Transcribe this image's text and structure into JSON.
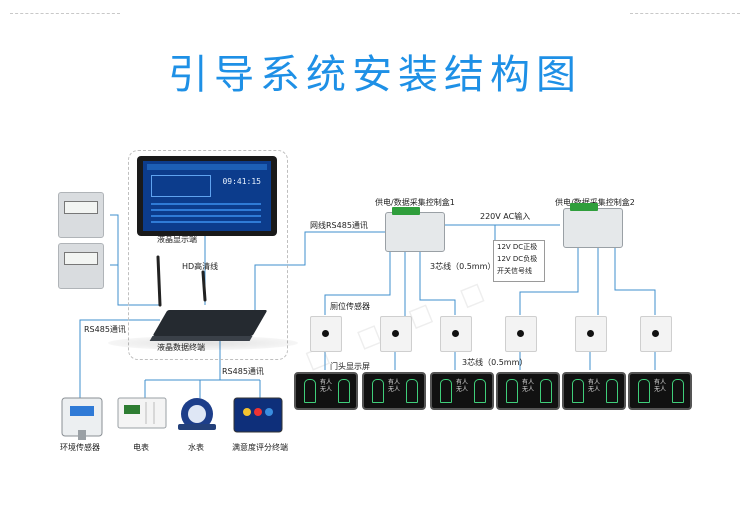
{
  "title": "引导系统安装结构图",
  "labels": {
    "lcd_display": "液晶显示端",
    "hd_cable": "HD高清线",
    "lcd_terminal": "液晶数据终端",
    "rs485_net": "网线RS485通讯",
    "rs485_left": "RS485通讯",
    "rs485_bottom": "RS485通讯",
    "controller1": "供电/数据采集控制盒1",
    "controller2": "供电/数据采集控制盒2",
    "ac_input": "220V AC输入",
    "three_core_top": "3芯线（0.5mm）",
    "three_core_bottom": "3芯线（0.5mm）",
    "stall_sensor": "厕位传感器",
    "door_display": "门头显示屏",
    "env_sensor": "环境传感器",
    "power_meter": "电表",
    "water_meter": "水表",
    "satisfaction": "满意度评分终端"
  },
  "wiring_legend": [
    "12V DC正极",
    "12V DC负极",
    "开关信号线"
  ],
  "screen_time": "09:41:15",
  "colors": {
    "title": "#1e90e6",
    "wire": "#3f8fce",
    "terminal_green": "#2f9e3c"
  }
}
